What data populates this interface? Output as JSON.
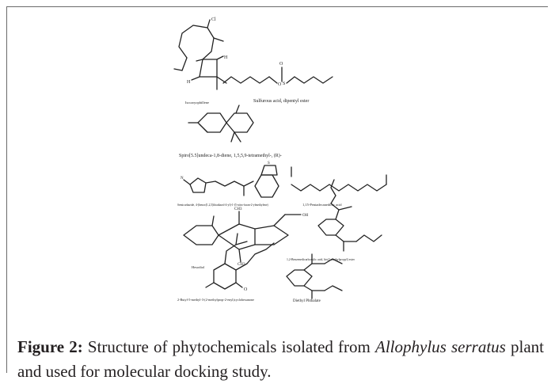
{
  "figure": {
    "compounds": [
      "Isocaryophillene",
      "Sulfurous acid, dipentyl ester",
      "Spiro[5.5]undeca-1,8-diene, 1,5,5,9-tetramethyl-, (R)-",
      "Semicarbazide, 4-(benzo[1,2,5]thiadiazol-4-yl)-1-(5-nitro-furan-2-ylmethylene)",
      "1,15-Pentadecanedioic acid",
      "Hesodiol",
      "1,2-Benzenedicarboxylic acid, bis(2-methylpropyl) ester",
      "2-Butyl-5-methyl-3-(2-methylprop-2-enyl)cyclohexanone",
      "Diethyl Phthalate"
    ],
    "atoms": {
      "cl": "Cl",
      "h": "H",
      "s": "S",
      "o": "O",
      "n": "N",
      "oh": "OH",
      "ch3": "CH3"
    }
  },
  "caption": {
    "label": "Figure 2:",
    "text_a": " Structure of phytochemicals isolated from ",
    "genus": "Allophylus",
    "text_b": " ",
    "species": "serratus",
    "text_c": " plant and used for molecular docking study."
  }
}
